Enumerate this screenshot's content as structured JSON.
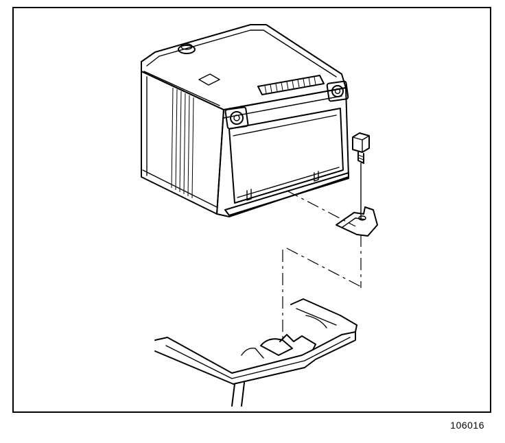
{
  "figure": {
    "id_label": "106016"
  },
  "parts": {
    "battery": "battery",
    "bolt": "hold-down-bolt",
    "clamp": "hold-down-clamp",
    "tray": "battery-tray"
  }
}
